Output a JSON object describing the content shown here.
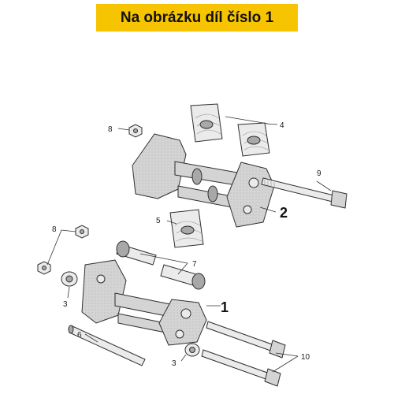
{
  "banner": {
    "text": "Na obrázku díl číslo 1",
    "color": "#f6c400"
  },
  "callouts": {
    "c1": "1",
    "c2": "2",
    "c3a": "3",
    "c3b": "3",
    "c4": "4",
    "c5": "5",
    "c6": "6",
    "c7": "7",
    "c8a": "8",
    "c8b": "8",
    "c9": "9",
    "c10": "10"
  }
}
